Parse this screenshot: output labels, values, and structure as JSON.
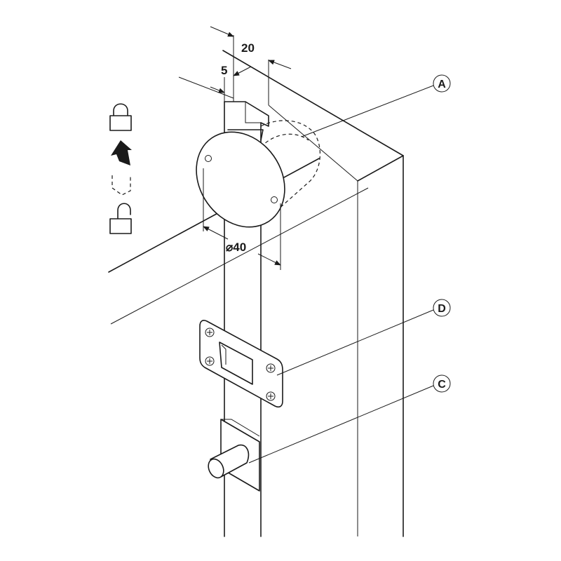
{
  "dimensions": {
    "width_top": "20",
    "offset": "5",
    "diameter": "⌀40"
  },
  "callouts": {
    "a": "A",
    "d": "D",
    "c": "C"
  },
  "icons": {
    "locked": "padlock-closed-icon",
    "direction": "push-up-arrow-icon",
    "unlocked": "padlock-open-icon"
  },
  "colors": {
    "line": "#1a1a1a",
    "background": "#ffffff"
  }
}
